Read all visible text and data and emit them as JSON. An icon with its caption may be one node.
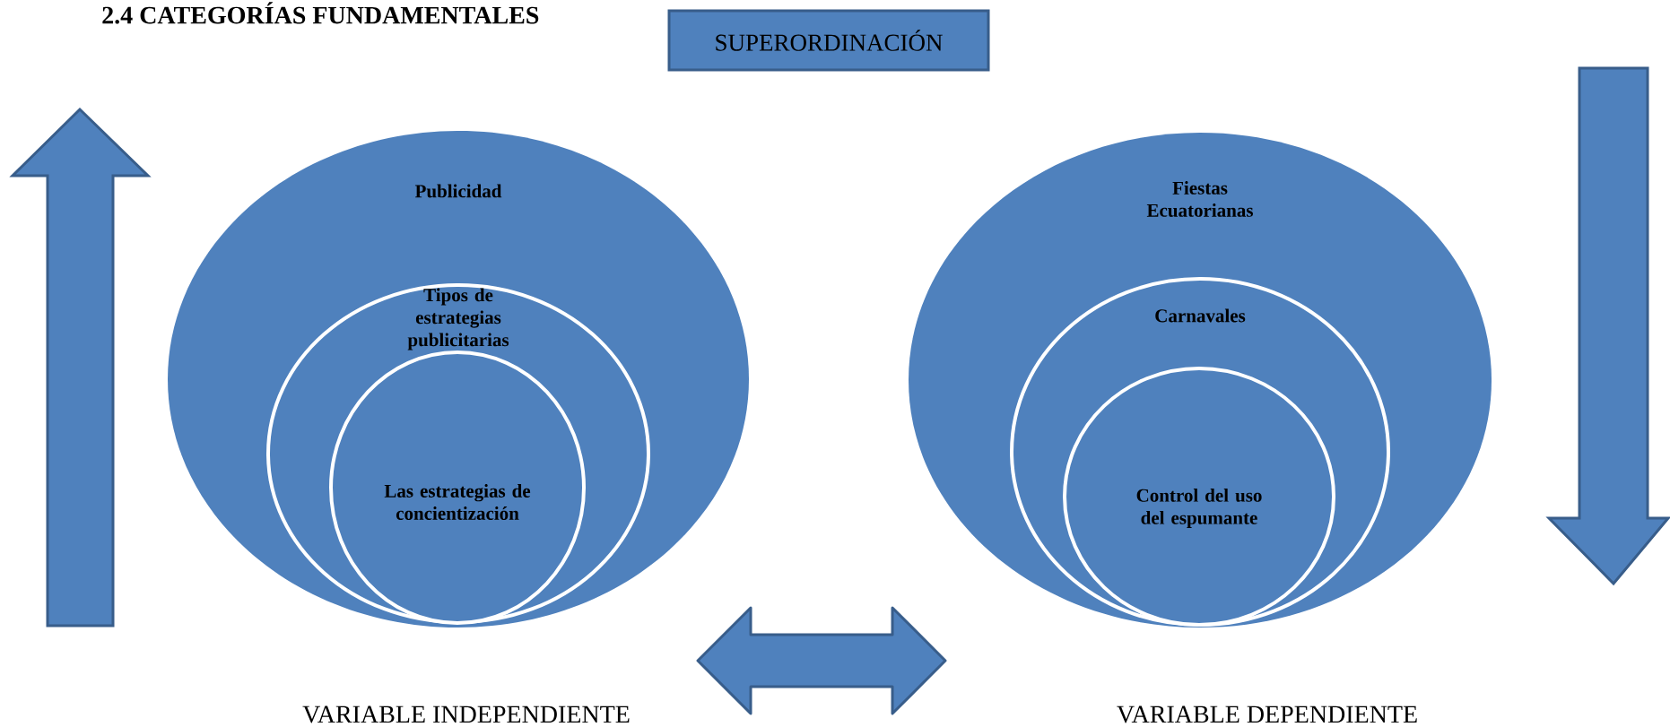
{
  "diagram": {
    "title": "2.4 CATEGORÍAS FUNDAMENTALES",
    "nodes": [
      {
        "text": [
          "SUPERORDINACIÓN"
        ]
      },
      {
        "text": [
          "Publicidad"
        ]
      },
      {
        "text": [
          "Tipos de estrategias publicitarias"
        ],
        "in": 1
      },
      {
        "text": [
          "Las estrategias de concientización"
        ],
        "in": 2
      },
      {
        "text": [
          "Fiestas Ecuatorianas"
        ]
      },
      {
        "text": [
          "Carnavales"
        ],
        "in": 4
      },
      {
        "text": [
          "Control del uso del espumante"
        ],
        "in": 5
      }
    ],
    "edges": [
      {
        "from": 1,
        "to": 4,
        "arrow": "both"
      }
    ],
    "labels": [
      "VARIABLE INDEPENDIENTE",
      "VARIABLE DEPENDIENTE"
    ]
  }
}
